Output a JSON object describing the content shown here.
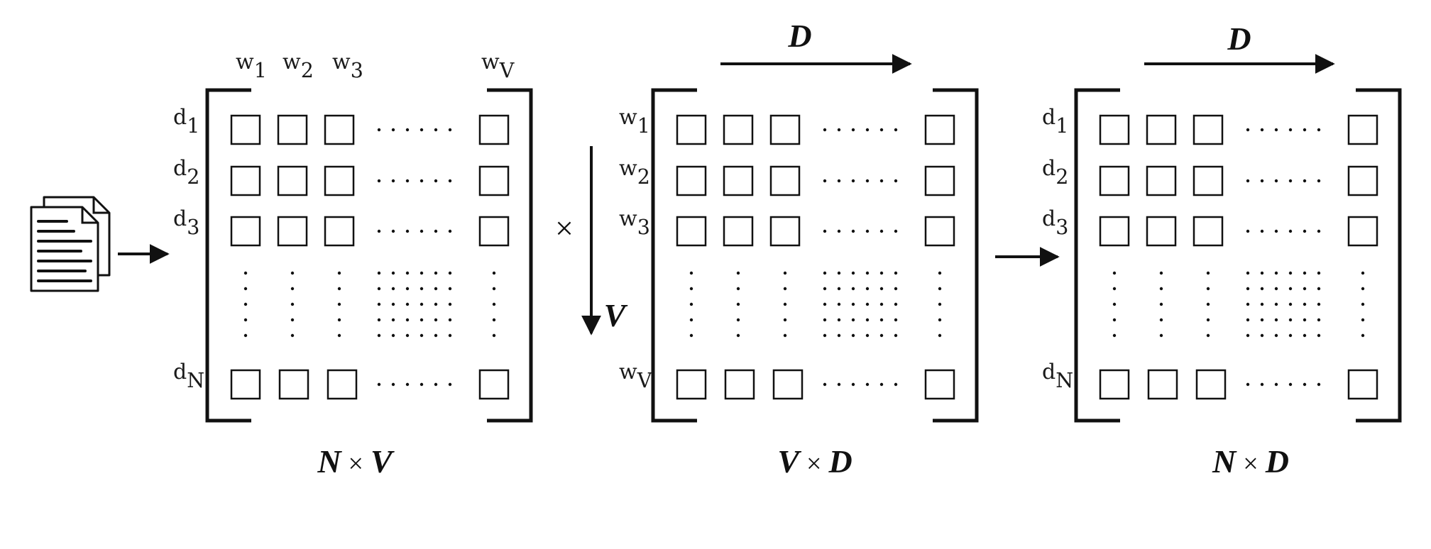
{
  "colors": {
    "ink": "#111111",
    "background": "#ffffff"
  },
  "icons": {
    "document": "document-stack-icon"
  },
  "matrix_1": {
    "row_labels": [
      [
        "d",
        "1"
      ],
      [
        "d",
        "2"
      ],
      [
        "d",
        "3"
      ],
      [
        "d",
        "N"
      ]
    ],
    "col_labels": [
      [
        "w",
        "1"
      ],
      [
        "w",
        "2"
      ],
      [
        "w",
        "3"
      ],
      [
        "w",
        "V"
      ]
    ],
    "dims": {
      "rows": "N",
      "times": "×",
      "cols": "V"
    }
  },
  "operator": "×",
  "matrix_2": {
    "row_labels": [
      [
        "w",
        "1"
      ],
      [
        "w",
        "2"
      ],
      [
        "w",
        "3"
      ],
      [
        "w",
        "V"
      ]
    ],
    "row_axis_label": "V",
    "col_axis_label": "D",
    "dims": {
      "rows": "V",
      "times": "×",
      "cols": "D"
    }
  },
  "matrix_3": {
    "row_labels": [
      [
        "d",
        "1"
      ],
      [
        "d",
        "2"
      ],
      [
        "d",
        "3"
      ],
      [
        "d",
        "N"
      ]
    ],
    "col_axis_label": "D",
    "dims": {
      "rows": "N",
      "times": "×",
      "cols": "D"
    }
  }
}
